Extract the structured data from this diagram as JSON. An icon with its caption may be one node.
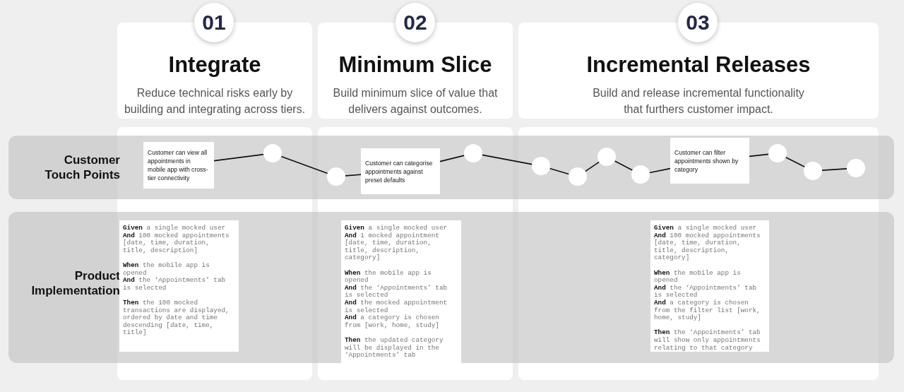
{
  "diagram": {
    "nodes": [
      {
        "text": [
          "01"
        ]
      },
      {
        "text": [
          "Integrate",
          "Reduce technical risks early by building and integrating across tiers."
        ]
      },
      {
        "text": [
          "02"
        ]
      },
      {
        "text": [
          "Minimum Slice",
          "Build minimum slice of value that delivers against outcomes."
        ]
      },
      {
        "text": [
          "03"
        ]
      },
      {
        "text": [
          "Incremental Releases",
          "Build and release incremental functionality that furthers customer impact."
        ]
      },
      {
        "text": [
          "Customer Touch Points"
        ]
      },
      {
        "text": [
          "Customer can view all appointments in mobile app with cross-tier connectivity"
        ],
        "in": 6
      },
      {
        "text": [],
        "shape": "circle",
        "in": 6
      },
      {
        "text": [],
        "shape": "circle",
        "in": 6
      },
      {
        "text": [
          "Customer can categorise appointments against preset defaults"
        ],
        "in": 6
      },
      {
        "text": [],
        "shape": "circle",
        "in": 6
      },
      {
        "text": [],
        "shape": "circle",
        "in": 6
      },
      {
        "text": [],
        "shape": "circle",
        "in": 6
      },
      {
        "text": [],
        "shape": "circle",
        "in": 6
      },
      {
        "text": [],
        "shape": "circle",
        "in": 6
      },
      {
        "text": [
          "Customer can filter appointments shown by category"
        ],
        "in": 6
      },
      {
        "text": [],
        "shape": "circle",
        "in": 6
      },
      {
        "text": [],
        "shape": "circle",
        "in": 6
      },
      {
        "text": [],
        "shape": "circle",
        "in": 6
      },
      {
        "text": [
          "Product Implementation"
        ]
      },
      {
        "text": [
          "**Given** a single mocked user",
          "**And** 100 mocked appointments [date, time, duration, title, description]",
          "**When** the mobile app is opened",
          "**And** the ‘Appointments’ tab is selected",
          "**Then** the 100 mocked transactions are displayed, ordered by date and time descending [date, time, title]"
        ],
        "in": 20
      },
      {
        "text": [
          "**Given** a single mocked user",
          "**And** 1 mocked appointment [date, time, duration, title, description, category]",
          "**When** the mobile app is opened",
          "**And** the ‘Appointments’ tab is selected",
          "**And** the mocked appointment is selected",
          "**And** a category is chosen from [work, home, study]",
          "**Then** the updated category will be displayed in the ‘Appointments’ tab"
        ],
        "in": 20
      },
      {
        "text": [
          "**Given** a single mocked user",
          "**And** 100 mocked appointments [date, time, duration, title, description, category]",
          "**When** the mobile app is opened",
          "**And** the ‘Appointments’ tab is selected",
          "**And** a category is chosen from the filter list [work, home, study]",
          "**Then** the ‘Appointments’ tab will show only appointments relating to that category"
        ],
        "in": 20
      }
    ],
    "edges": [
      {
        "from": 7,
        "to": 8,
        "arrow": "none"
      },
      {
        "from": 8,
        "to": 9,
        "arrow": "none"
      },
      {
        "from": 9,
        "to": 10,
        "arrow": "none"
      },
      {
        "from": 10,
        "to": 11,
        "arrow": "none"
      },
      {
        "from": 11,
        "to": 12,
        "arrow": "none"
      },
      {
        "from": 12,
        "to": 13,
        "arrow": "none"
      },
      {
        "from": 13,
        "to": 14,
        "arrow": "none"
      },
      {
        "from": 14,
        "to": 15,
        "arrow": "none"
      },
      {
        "from": 15,
        "to": 16,
        "arrow": "none"
      },
      {
        "from": 16,
        "to": 17,
        "arrow": "none"
      },
      {
        "from": 17,
        "to": 18,
        "arrow": "none"
      },
      {
        "from": 18,
        "to": 19,
        "arrow": "none"
      }
    ]
  }
}
